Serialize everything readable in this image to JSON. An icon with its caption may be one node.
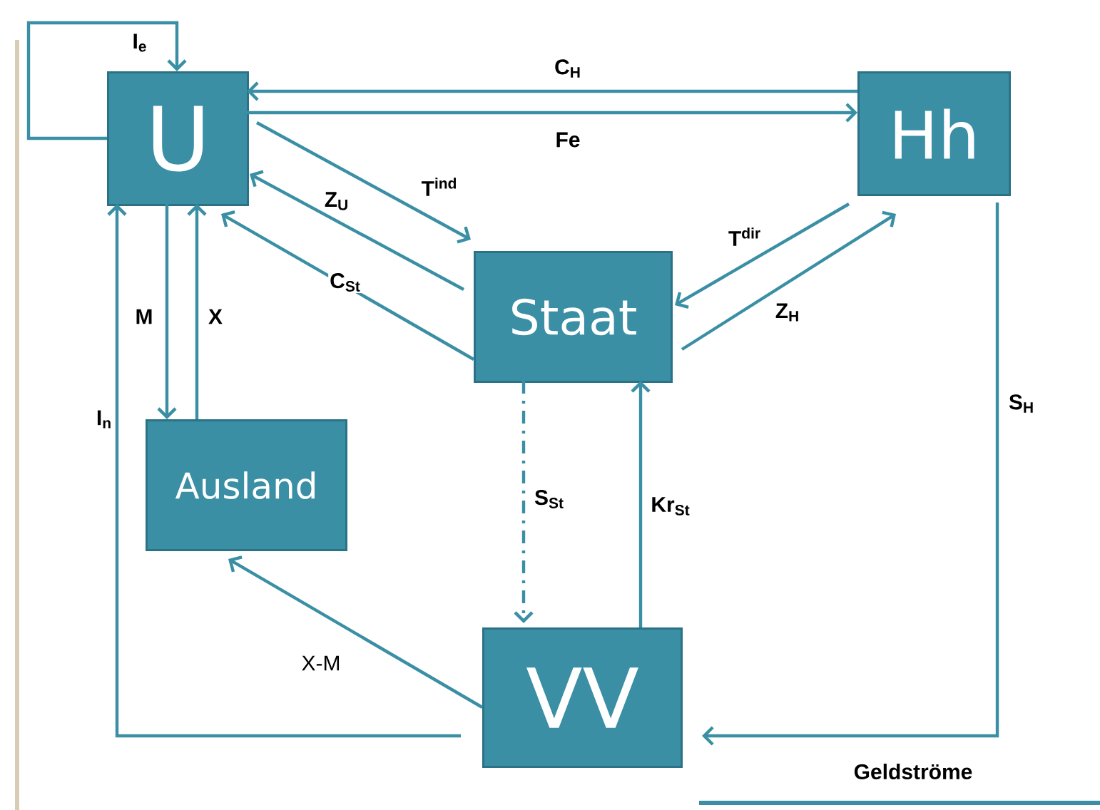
{
  "diagram": {
    "nodes": [
      {
        "text": [
          "U"
        ]
      },
      {
        "text": [
          "Hh"
        ]
      },
      {
        "text": [
          "Staat"
        ]
      },
      {
        "text": [
          "Ausland"
        ]
      },
      {
        "text": [
          "VV"
        ]
      }
    ],
    "edges": [
      {
        "from": 0,
        "to": 0,
        "arrow": "to",
        "label": "I$_{e}$"
      },
      {
        "from": 1,
        "to": 0,
        "arrow": "to",
        "label": "C$_{H}$"
      },
      {
        "from": 0,
        "to": 1,
        "arrow": "to",
        "label": "Fe"
      },
      {
        "from": 0,
        "to": 2,
        "arrow": "to",
        "label": "T$^{ind}$"
      },
      {
        "from": 2,
        "to": 0,
        "arrow": "to",
        "label": "Z$_{U}$"
      },
      {
        "from": 2,
        "to": 0,
        "arrow": "to",
        "label": "C$_{St}$"
      },
      {
        "from": 1,
        "to": 2,
        "arrow": "to",
        "label": "T$^{dir}$"
      },
      {
        "from": 2,
        "to": 1,
        "arrow": "to",
        "label": "Z$_{H}$"
      },
      {
        "from": 0,
        "to": 3,
        "arrow": "to",
        "label": "M"
      },
      {
        "from": 3,
        "to": 0,
        "arrow": "to",
        "label": "X"
      },
      {
        "from": 4,
        "to": 0,
        "arrow": "to",
        "label": "I$_{n}$"
      },
      {
        "from": 2,
        "to": 4,
        "arrow": "to",
        "label": "S$_{St}$",
        "style": "dashed"
      },
      {
        "from": 4,
        "to": 2,
        "arrow": "to",
        "label": "Kr$_{St}$"
      },
      {
        "from": 1,
        "to": 4,
        "arrow": "to",
        "label": "S$_{H}$"
      },
      {
        "from": 4,
        "to": 3,
        "arrow": "to",
        "label": "X-M"
      }
    ],
    "labels": [
      "Geldströme"
    ]
  }
}
